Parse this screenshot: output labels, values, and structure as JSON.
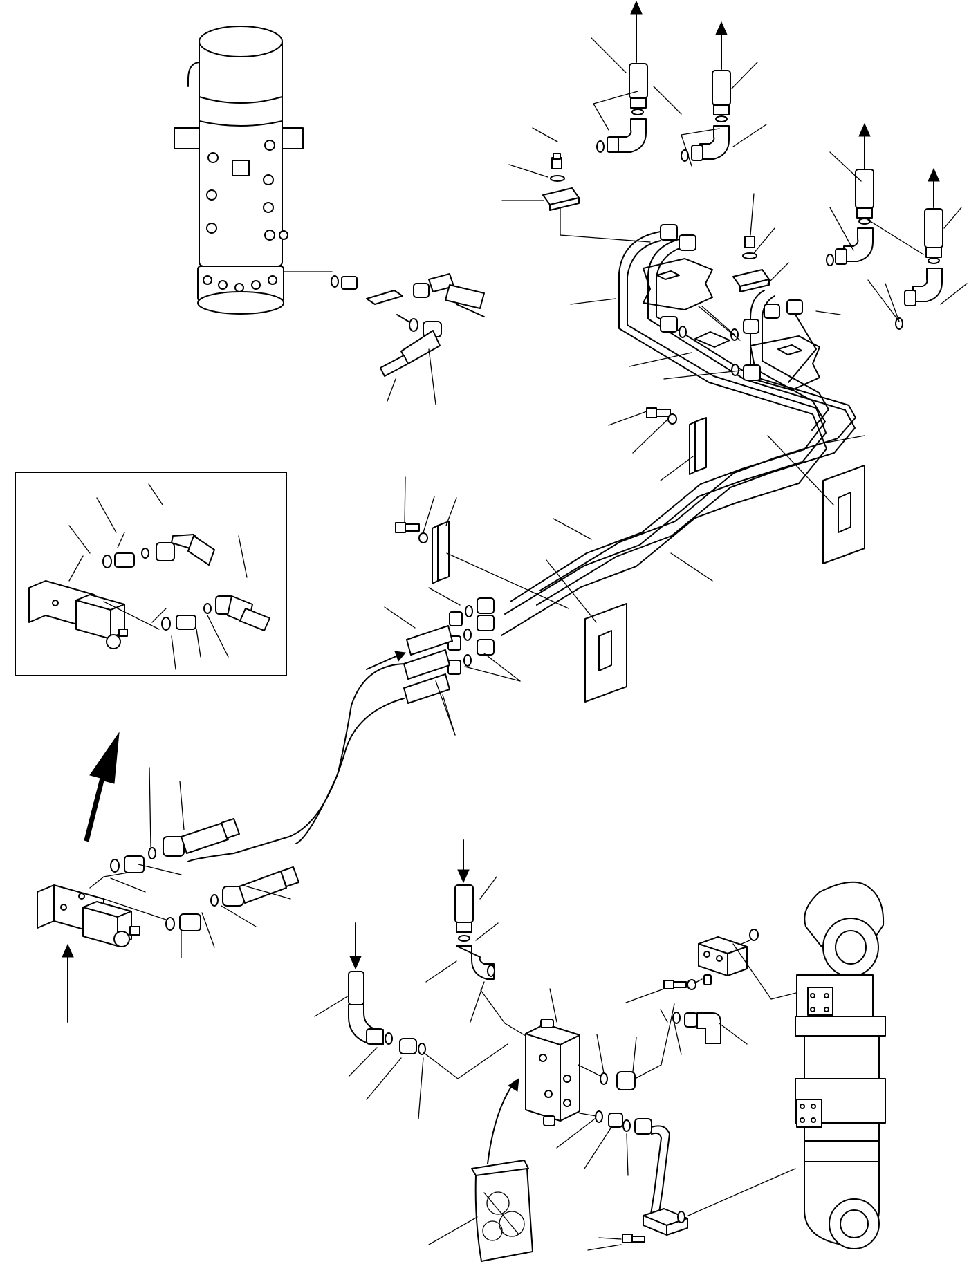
{
  "diagram": {
    "kind": "exploded hydraulic parts diagram",
    "text_labels": [],
    "components": [
      "swivel-joint",
      "solenoid-valve",
      "inset-solenoid-valve",
      "safety-valve-block",
      "boom-cylinder",
      "hydraulic-pipe-bundle",
      "hose-assemblies",
      "pipe-clamps",
      "elbow-fittings",
      "o-rings",
      "warning-label"
    ],
    "icons": {
      "flow_arrow": "arrow-icon",
      "direction_arrow": "front-direction-icon",
      "label_decal": "warning-decal-icon"
    },
    "colors": {
      "line": "#000000",
      "background": "#ffffff"
    }
  }
}
